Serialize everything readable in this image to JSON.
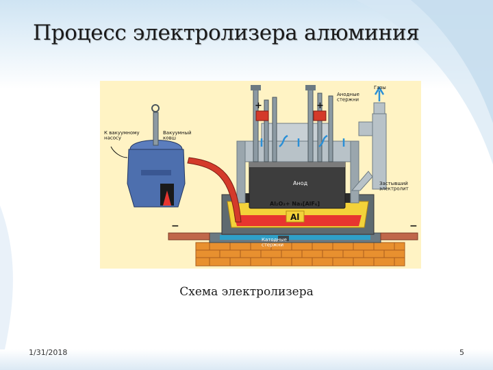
{
  "slide": {
    "title": "Процесс электролизера алюминия",
    "caption": "Схема электролизера",
    "date": "1/31/2018",
    "page_number": "5"
  },
  "diagram": {
    "labels": {
      "vacuum_pump": "К вакуумному насосу",
      "vacuum_ladle": "Вакуумный ковш",
      "anode_rods": "Анодные стержни",
      "gases": "Газы",
      "anode": "Анод",
      "electrolyte_formula": "Al₂O₃+ Na₃[AlF₆]",
      "aluminium": "Al",
      "frozen_electrolyte": "Застывший электролит",
      "cathode_rods": "Катодные стержни",
      "plus_left": "+",
      "plus_right": "+",
      "minus_left": "−",
      "minus_right": "−"
    },
    "colors": {
      "background": "#fff3c4",
      "metal": "#8c9aa3",
      "anode": "#3d3d3d",
      "electrolyte": "#f3d23a",
      "aluminium": "#e7352f",
      "brick": "#e8902f",
      "ladle": "#4d6fae",
      "arrows": "#2a8fd6"
    }
  }
}
